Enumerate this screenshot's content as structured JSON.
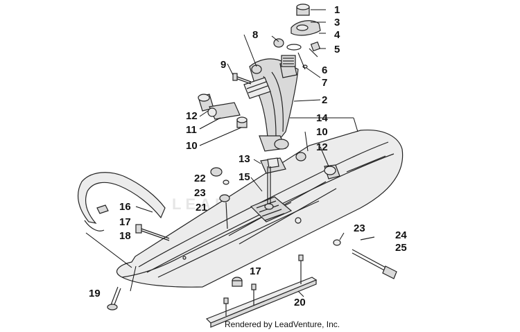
{
  "diagram": {
    "callouts": [
      "1",
      "2",
      "3",
      "4",
      "5",
      "6",
      "7",
      "8",
      "9",
      "10",
      "10",
      "11",
      "12",
      "12",
      "13",
      "14",
      "15",
      "16",
      "17",
      "17",
      "18",
      "19",
      "20",
      "21",
      "22",
      "23",
      "23",
      "24",
      "25"
    ],
    "watermark": "LEADVENTURE",
    "footer": "Rendered by LeadVenture, Inc."
  },
  "colors": {
    "line": "#222222",
    "fill": "#d9d9d9",
    "background": "#ffffff"
  }
}
